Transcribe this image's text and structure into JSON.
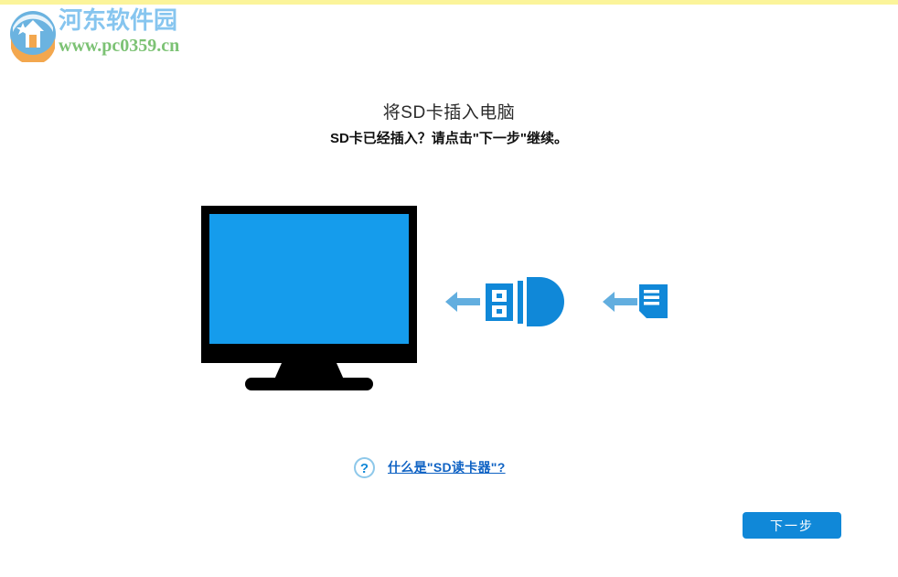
{
  "watermark": {
    "site_name": "河东软件园",
    "url": "www.pc0359.cn",
    "logo_icon": "hedong-circle-logo-icon",
    "title_color": "#86c5ef",
    "url_color": "#7cc274"
  },
  "page": {
    "heading": "将SD卡插入电脑",
    "subheading": "SD卡已经插入？请点击\"下一步\"继续。"
  },
  "illustration": {
    "monitor_icon": "computer-monitor-icon",
    "reader_icon": "usb-card-reader-icon",
    "sd_card_icon": "sd-card-icon",
    "arrow_icon": "arrow-left-icon",
    "screen_color": "#159cec",
    "device_color": "#1088d8",
    "arrow_color": "#62aedf",
    "frame_color": "#000000"
  },
  "help": {
    "icon": "question-mark-circle-icon",
    "link_text": "什么是\"SD读卡器\"?",
    "link_color": "#1063c4"
  },
  "footer": {
    "next_label": "下一步",
    "next_color": "#1088d8"
  },
  "chrome": {
    "top_strip_color": "#fbf49a"
  }
}
